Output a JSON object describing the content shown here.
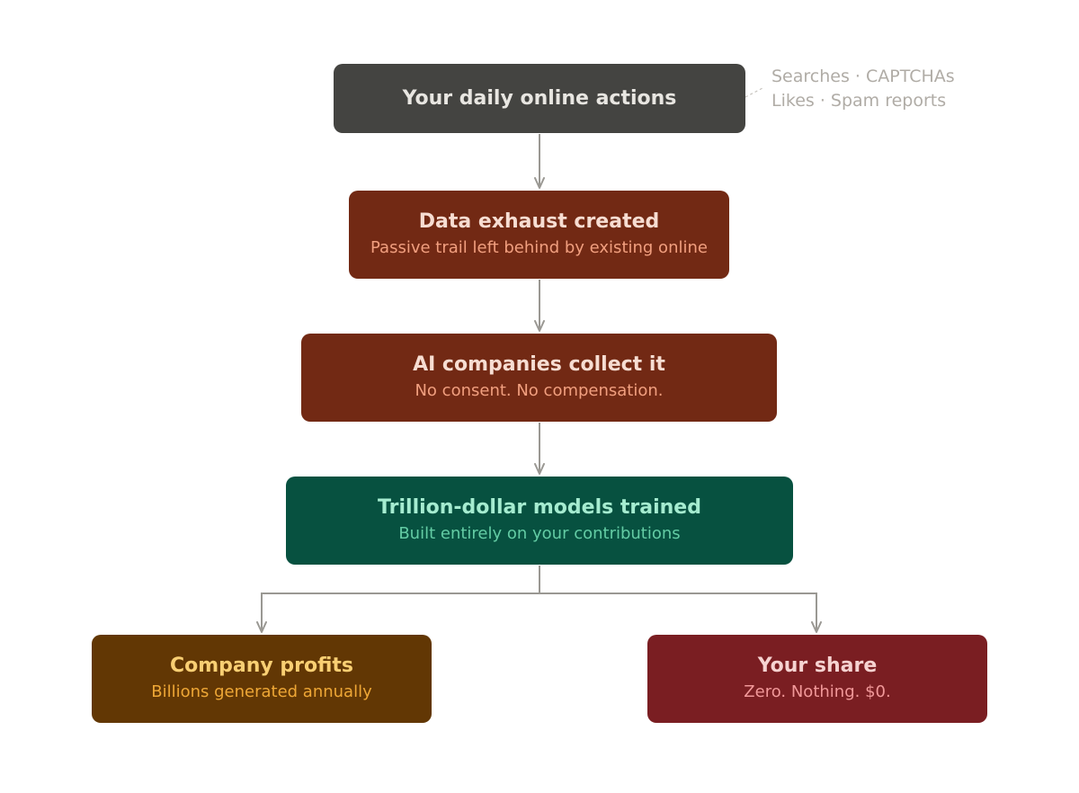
{
  "colors": {
    "connector": "#9a9893",
    "note_leader": "#c7c4bf",
    "note_text": "#b0aca6"
  },
  "nodes": {
    "actions": {
      "title": "Your daily online actions",
      "bg": "#444441",
      "title_color": "#e8e6e1"
    },
    "exhaust": {
      "title": "Data exhaust created",
      "subtitle": "Passive trail left behind by existing online",
      "bg": "#722914",
      "title_color": "#f7ddd2",
      "subtitle_color": "#f19f7f"
    },
    "collect": {
      "title": "AI companies collect it",
      "subtitle": "No consent. No compensation.",
      "bg": "#722914",
      "title_color": "#f7ddd2",
      "subtitle_color": "#f19f7f"
    },
    "models": {
      "title": "Trillion-dollar models trained",
      "subtitle": "Built entirely on your contributions",
      "bg": "#075140",
      "title_color": "#a5ecd0",
      "subtitle_color": "#63cca4"
    },
    "profits": {
      "title": "Company profits",
      "subtitle": "Billions generated annually",
      "bg": "#623704",
      "title_color": "#f9cf73",
      "subtitle_color": "#eea736"
    },
    "share": {
      "title": "Your share",
      "subtitle": "Zero. Nothing. $0.",
      "bg": "#7a1e22",
      "title_color": "#f6d3d1",
      "subtitle_color": "#f19899"
    }
  },
  "side_note": {
    "line1": "Searches · CAPTCHAs",
    "line2": "Likes · Spam reports"
  }
}
